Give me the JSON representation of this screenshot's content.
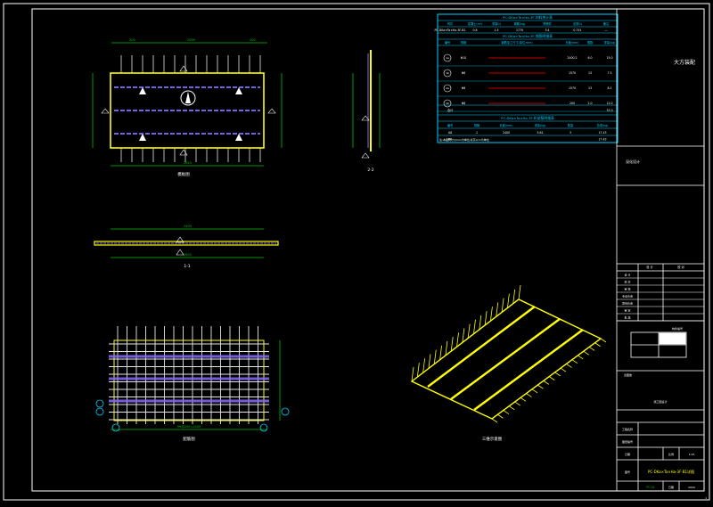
{
  "colors": {
    "background": "#000000",
    "frame": "#ffffff",
    "rebar_yellow": "#ffff00",
    "rebar_white": "#e6e6e6",
    "truss_purple": "#8a6cff",
    "dimension_green": "#00c000",
    "table_cyan": "#00d0ff",
    "red_note": "#ff0000",
    "title_yellow": "#ffff00"
  },
  "views": {
    "plan_title": "模板图",
    "section_1_title": "1-1",
    "section_2_title": "2-2",
    "rebar_title": "配筋图",
    "iso_title": "三维示意图",
    "plan_width_dim": "2400",
    "plan_total_dim": "2620",
    "plan_side_dims": [
      "200",
      "2000",
      "200"
    ],
    "section_1_dim": "2400",
    "section_1_total": "2620",
    "rebar_bottom_dim": "99@200=2400"
  },
  "tables": {
    "top_header": "PC-DKa×Ta×Ha-3F-材料统计表",
    "top_columns": [
      "构件",
      "混凝土(m³)",
      "重量(t)",
      "钢筋(kg)",
      "预埋件",
      "总重(t)",
      "备注"
    ],
    "top_row": [
      "PC-DKa×Ta×Ha-3F-B1",
      "0.6",
      "1.5",
      "1770",
      "3.4",
      "0.741",
      "—"
    ],
    "mid_header": "PC-DKa×Ta×Ha-3F-钢筋明细表",
    "mid_columns": [
      "编号",
      "规格",
      "钢筋加工尺寸(单位:mm)",
      "长度(mm)",
      "根数",
      "重量(kg)"
    ],
    "mid_rows": [
      {
        "id": "1a",
        "spec": "Φ10",
        "len": "2400.2",
        "count": "6.0",
        "weight": "15.0"
      },
      {
        "id": "1b",
        "spec": "Φ8",
        "len": "1570",
        "count": "13",
        "weight": "7.5"
      },
      {
        "id": "2a",
        "spec": "Φ8",
        "len": "1570",
        "count": "13",
        "weight": "8.1"
      },
      {
        "id": "2b",
        "spec": "Φ8",
        "len": "200",
        "count": "2.0",
        "weight": "12.0"
      }
    ],
    "mid_total": "合计",
    "mid_total_value": "37.0",
    "bot_header": "PC-DKa×Ta×Ha-3F-桁架筋明细表",
    "bot_columns": [
      "编号",
      "规格",
      "长度(mm)",
      "重量(kg)",
      "数量",
      "总重(kg)"
    ],
    "bot_rows": [
      [
        "A8",
        "1",
        "2400",
        "5.81",
        "3",
        "17.43"
      ],
      [
        "B8",
        "",
        "",
        "",
        "",
        "17.43"
      ]
    ],
    "footnote": "注:本图尺寸以mm为单位,标高以m为单位"
  },
  "title_block": {
    "project_title": "大方装配",
    "drawing_label": "深化设计",
    "sign_header": [
      "设 计",
      "校 对"
    ],
    "sign_rows": [
      "设 计",
      "校 对",
      "审 核",
      "专业负责",
      "项目负责",
      "审 定",
      "批 准"
    ],
    "legend_title": "构件编号",
    "stamp_label": "出图章",
    "stage_label": "施工图设计",
    "drawing_number_label": "图纸编号",
    "drawing_no": "PC-DKa×Ta×Ha-3F-B1详图",
    "project_label": "工程名称",
    "scale_label": "比例",
    "scale_value": "1:25",
    "date_label": "日期",
    "date_value": "2020",
    "sheet_label": "图号",
    "sheet_value": "PC-01",
    "page_no": "1"
  }
}
